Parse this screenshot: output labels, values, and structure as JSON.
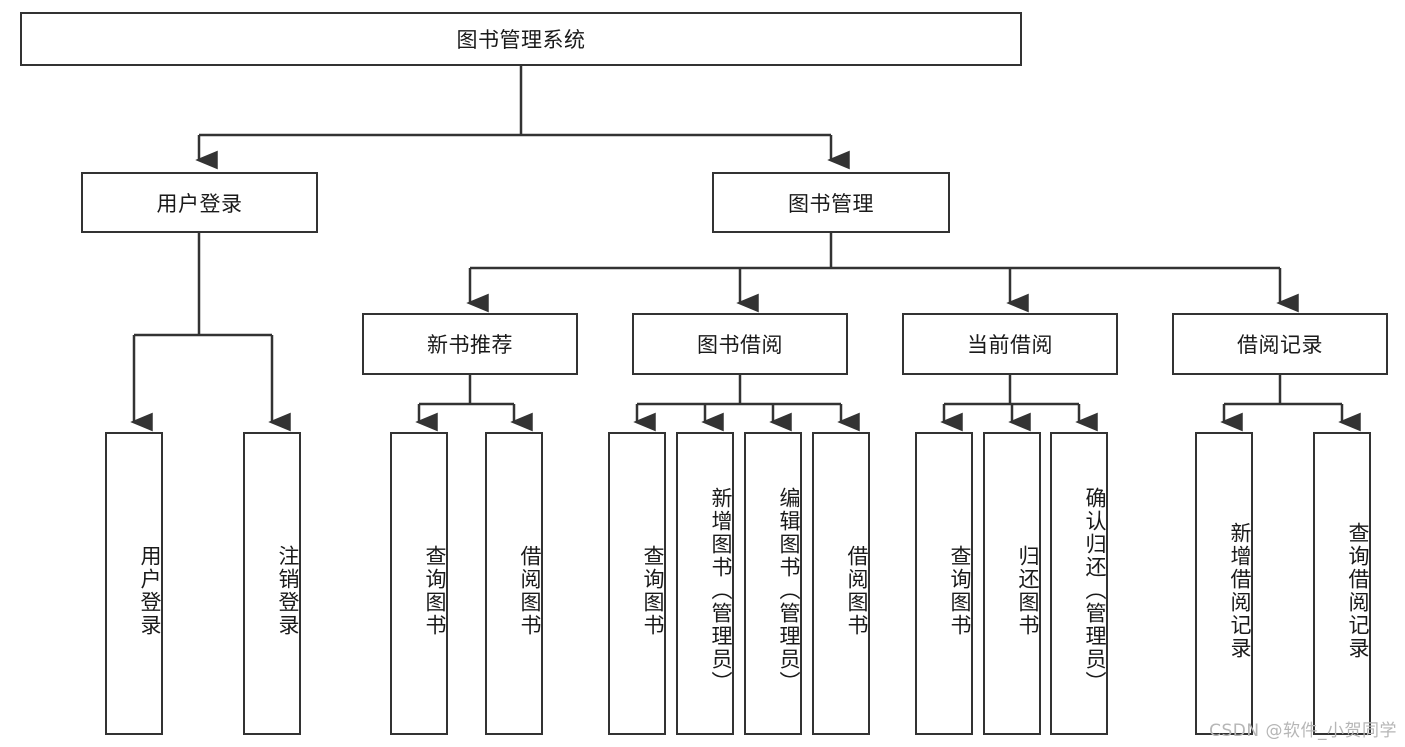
{
  "diagram": {
    "title": "图书管理系统",
    "type": "tree-hierarchy",
    "root": {
      "label": "图书管理系统"
    },
    "level1": [
      {
        "label": "用户登录"
      },
      {
        "label": "图书管理"
      }
    ],
    "level2": [
      {
        "label": "新书推荐"
      },
      {
        "label": "图书借阅"
      },
      {
        "label": "当前借阅"
      },
      {
        "label": "借阅记录"
      }
    ],
    "leaves": {
      "user_login": [
        {
          "label": "用户登录"
        },
        {
          "label": "注销登录"
        }
      ],
      "new_book_recommend": [
        {
          "label": "查询图书"
        },
        {
          "label": "借阅图书"
        }
      ],
      "book_borrow": [
        {
          "label": "查询图书"
        },
        {
          "label": "新增图书（管理员）"
        },
        {
          "label": "编辑图书（管理员）"
        },
        {
          "label": "借阅图书"
        }
      ],
      "current_borrow": [
        {
          "label": "查询图书"
        },
        {
          "label": "归还图书"
        },
        {
          "label": "确认归还（管理员）"
        }
      ],
      "borrow_record": [
        {
          "label": "新增借阅记录"
        },
        {
          "label": "查询借阅记录"
        }
      ]
    }
  },
  "watermark": {
    "text": "CSDN @软件_小贺同学"
  },
  "colors": {
    "stroke": "#333333",
    "background": "#ffffff",
    "text": "#1a1a1a",
    "watermark": "#b6b6b6"
  }
}
